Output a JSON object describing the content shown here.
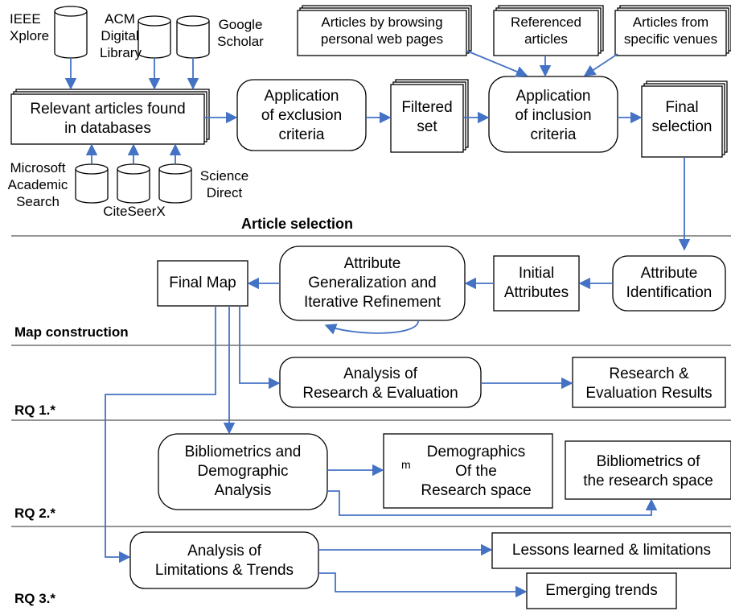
{
  "sources": {
    "ieee": "IEEE\nXplore",
    "acm": "ACM\nDigital\nLibrary",
    "google": "Google\nScholar",
    "microsoft": "Microsoft\nAcademic\nSearch",
    "citeseer": "CiteSeerX",
    "sciencedirect": "Science\nDirect"
  },
  "extra_sources": {
    "browsing": "Articles by browsing\npersonal web pages",
    "referenced": "Referenced\narticles",
    "venues": "Articles from\nspecific venues"
  },
  "selection": {
    "relevant": "Relevant articles found\nin databases",
    "exclusion": "Application\nof exclusion\ncriteria",
    "filtered": "Filtered\nset",
    "inclusion": "Application\nof inclusion\ncriteria",
    "final": "Final\nselection",
    "section_label": "Article selection"
  },
  "map": {
    "attr_id": "Attribute\nIdentification",
    "initial": "Initial\nAttributes",
    "generalization": "Attribute\nGeneralization and\nIterative Refinement",
    "final_map": "Final Map",
    "section_label": "Map construction"
  },
  "rq1": {
    "analysis": "Analysis of\nResearch & Evaluation",
    "results": "Research &\nEvaluation Results",
    "section_label": "RQ 1.*"
  },
  "rq2": {
    "analysis": "Bibliometrics and\nDemographic\nAnalysis",
    "demo_mark": "m",
    "demographics": "Demographics\nOf the\nResearch space",
    "bibliometrics": "Bibliometrics of\nthe research space",
    "section_label": "RQ 2.*"
  },
  "rq3": {
    "analysis": "Analysis of\nLimitations & Trends",
    "lessons": "Lessons learned & limitations",
    "trends": "Emerging trends",
    "section_label": "RQ 3.*"
  },
  "colors": {
    "arrow": "#4472c4",
    "stroke": "#000000",
    "divider": "#555555"
  }
}
